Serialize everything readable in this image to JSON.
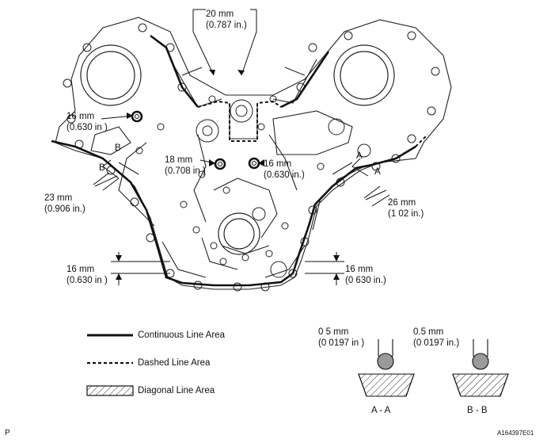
{
  "callouts": {
    "top": {
      "mm": "20 mm",
      "inch": "(0.787 in.)"
    },
    "left_seal": {
      "mm": "16 mm",
      "inch": "(0.630 in )"
    },
    "center": {
      "mm": "18 mm",
      "inch": "(0.708 in )"
    },
    "center_right": {
      "mm": "16 mm",
      "inch": "(0.630 in.)"
    },
    "left_edge": {
      "mm": "23 mm",
      "inch": "(0.906 in.)"
    },
    "right_edge": {
      "mm": "26 mm",
      "inch": "(1 02 in.)"
    },
    "bottom_left": {
      "mm": "16 mm",
      "inch": "(0.630 in )"
    },
    "bottom_right": {
      "mm": "16 mm",
      "inch": "(0 630 in.)"
    }
  },
  "section_marks": {
    "a": "A",
    "b": "B"
  },
  "legend": {
    "continuous": "Continuous Line Area",
    "dashed": "Dashed Line Area",
    "diagonal": "Diagonal Line Area"
  },
  "sections": {
    "aa": {
      "mm": "0 5 mm",
      "inch": "(0 0197 in )",
      "caption": "A - A"
    },
    "bb": {
      "mm": "0.5 mm",
      "inch": "(0 0197 in.)",
      "caption": "B - B"
    }
  },
  "footer": {
    "left_mark": "P",
    "code": "A164397E01"
  }
}
